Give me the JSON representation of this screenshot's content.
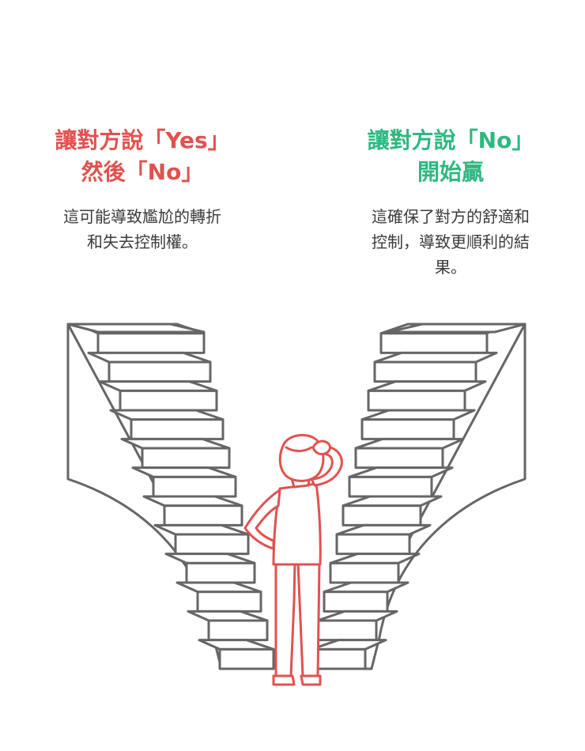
{
  "left_option": {
    "title_lines": [
      "讓對方說「Yes」",
      "然後「No」"
    ],
    "description_lines": [
      "這可能導致尷尬的轉折",
      "和失去控制權。"
    ],
    "color": "#e0524f"
  },
  "right_option": {
    "title_lines": [
      "讓對方說「No」",
      "開始贏"
    ],
    "description_lines": [
      "這確保了對方的舒適和",
      "控制，導致更順利的結",
      "果。"
    ],
    "color": "#2eb87f"
  },
  "illustration": {
    "stair_color": "#666666",
    "person_color": "#e0524f"
  }
}
